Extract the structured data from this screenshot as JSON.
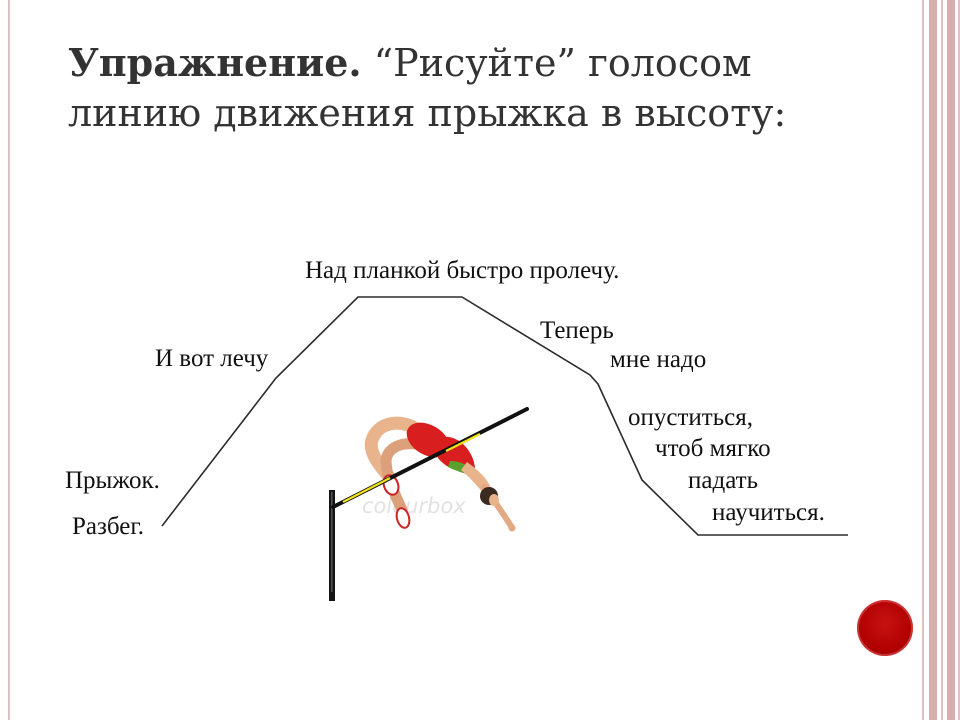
{
  "slide": {
    "title": {
      "bold": "Упражнение.",
      "rest": "“Рисуйте” голосом",
      "line2": "линию движения прыжка в высоту:"
    }
  },
  "diagram": {
    "labels": {
      "over_bar": "Над планкой быстро пролечу.",
      "flying": "И вот лечу",
      "jump": "Прыжок.",
      "run_up": "Разбег.",
      "now": "Теперь",
      "i_need": "мне надо",
      "descend": "опуститься,",
      "so_softly": "чтоб мягко",
      "fall": "падать",
      "learn": "научиться."
    },
    "illustration": {
      "watermark": "colourbox"
    }
  },
  "colors": {
    "title_text": "#333333",
    "label_text": "#111111",
    "frame_stripe": "#d7aeae",
    "frame_line": "#dcc3c3",
    "accent_circle": "#b00000",
    "athlete_top": "#d81e1e",
    "athlete_stripe": "#5aa02c",
    "crossbar_stripe": "#f2e21a"
  }
}
